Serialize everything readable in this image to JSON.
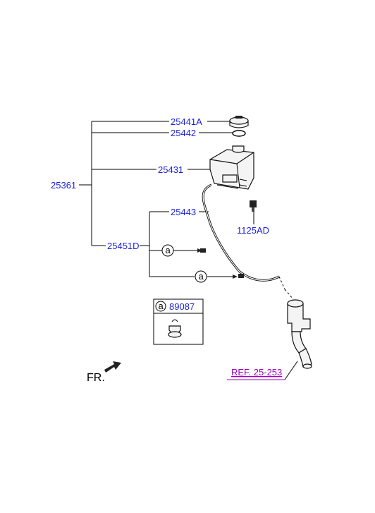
{
  "parts": {
    "p25441a": "25441A",
    "p25442": "25442",
    "p25431": "25431",
    "p25361": "25361",
    "p25443": "25443",
    "p1125ad": "1125AD",
    "p25451d": "25451D",
    "p89087": "89087"
  },
  "callouts": {
    "clip_a1": "a",
    "clip_a2": "a",
    "legend_a": "a"
  },
  "direction_label": "FR.",
  "reference": "REF. 25-253",
  "colors": {
    "part_number": "#1a1fd6",
    "reference": "#a000c0",
    "line": "#000000"
  }
}
